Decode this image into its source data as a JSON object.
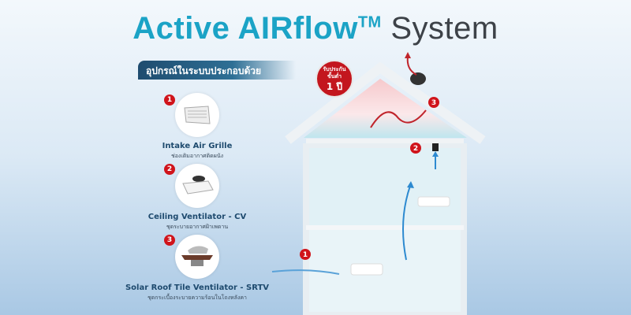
{
  "title": {
    "main": "Active AIRflow",
    "tm": "TM",
    "suffix": "System"
  },
  "banner": "อุปกรณ์ในระบบประกอบด้วย",
  "items": [
    {
      "num": "1",
      "name": "Intake Air Grille",
      "sub": "ช่องเติมอากาศติดผนัง"
    },
    {
      "num": "2",
      "name": "Ceiling Ventilator - CV",
      "sub": "ชุดระบายอากาศฝ้าเพดาน"
    },
    {
      "num": "3",
      "name": "Solar Roof Tile Ventilator - SRTV",
      "sub": "ชุดกระเบื้องระบายความร้อนในโถงหลังคา"
    }
  ],
  "badge": {
    "line1": "รับประกัน",
    "line2": "ขั้นต่ำ",
    "line3": "1 ปี"
  },
  "markers": [
    "1",
    "2",
    "3"
  ],
  "colors": {
    "accent": "#1ba3c6",
    "red": "#d0141b",
    "navy": "#1e4a6e"
  }
}
